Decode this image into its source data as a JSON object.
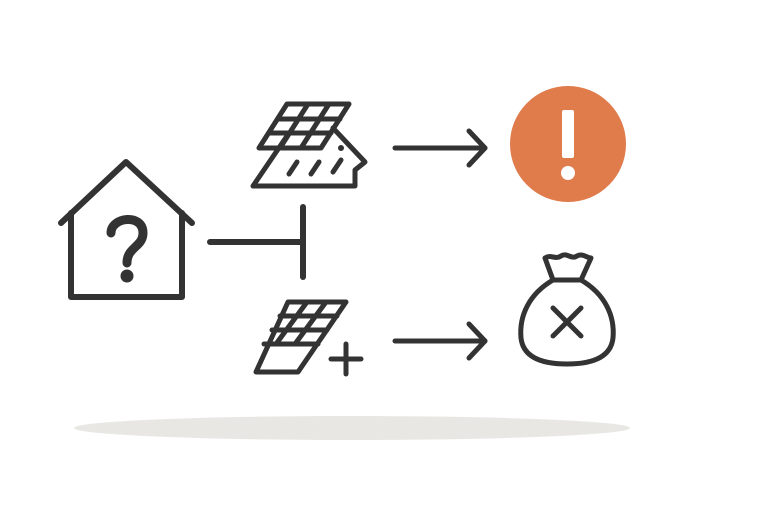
{
  "diagram": {
    "title": "Uncertain home: solar on roof leads to warning, adding solar panels leads to lost money",
    "colors": {
      "stroke": "#333333",
      "accent": "#E07B4C",
      "accent_glyph": "#ffffff",
      "shadow": "#E9E7E3",
      "background": "#ffffff"
    },
    "nodes": [
      {
        "id": "house",
        "icon": "house-question-icon",
        "label": "Home with question mark"
      },
      {
        "id": "roof-solar",
        "icon": "roof-solar-panel-icon",
        "label": "Solar panels on roof"
      },
      {
        "id": "add-solar",
        "icon": "solar-panel-plus-icon",
        "label": "Add solar panel"
      },
      {
        "id": "warning",
        "icon": "exclamation-circle-icon",
        "label": "Warning"
      },
      {
        "id": "money-loss",
        "icon": "money-bag-x-icon",
        "label": "Money bag with X"
      }
    ],
    "edges": [
      {
        "from": "house",
        "to": "branch",
        "style": "line"
      },
      {
        "from": "branch",
        "to": "roof-solar",
        "style": "line"
      },
      {
        "from": "branch",
        "to": "add-solar",
        "style": "line"
      },
      {
        "from": "roof-solar",
        "to": "warning",
        "style": "arrow"
      },
      {
        "from": "add-solar",
        "to": "money-loss",
        "style": "arrow"
      }
    ]
  }
}
